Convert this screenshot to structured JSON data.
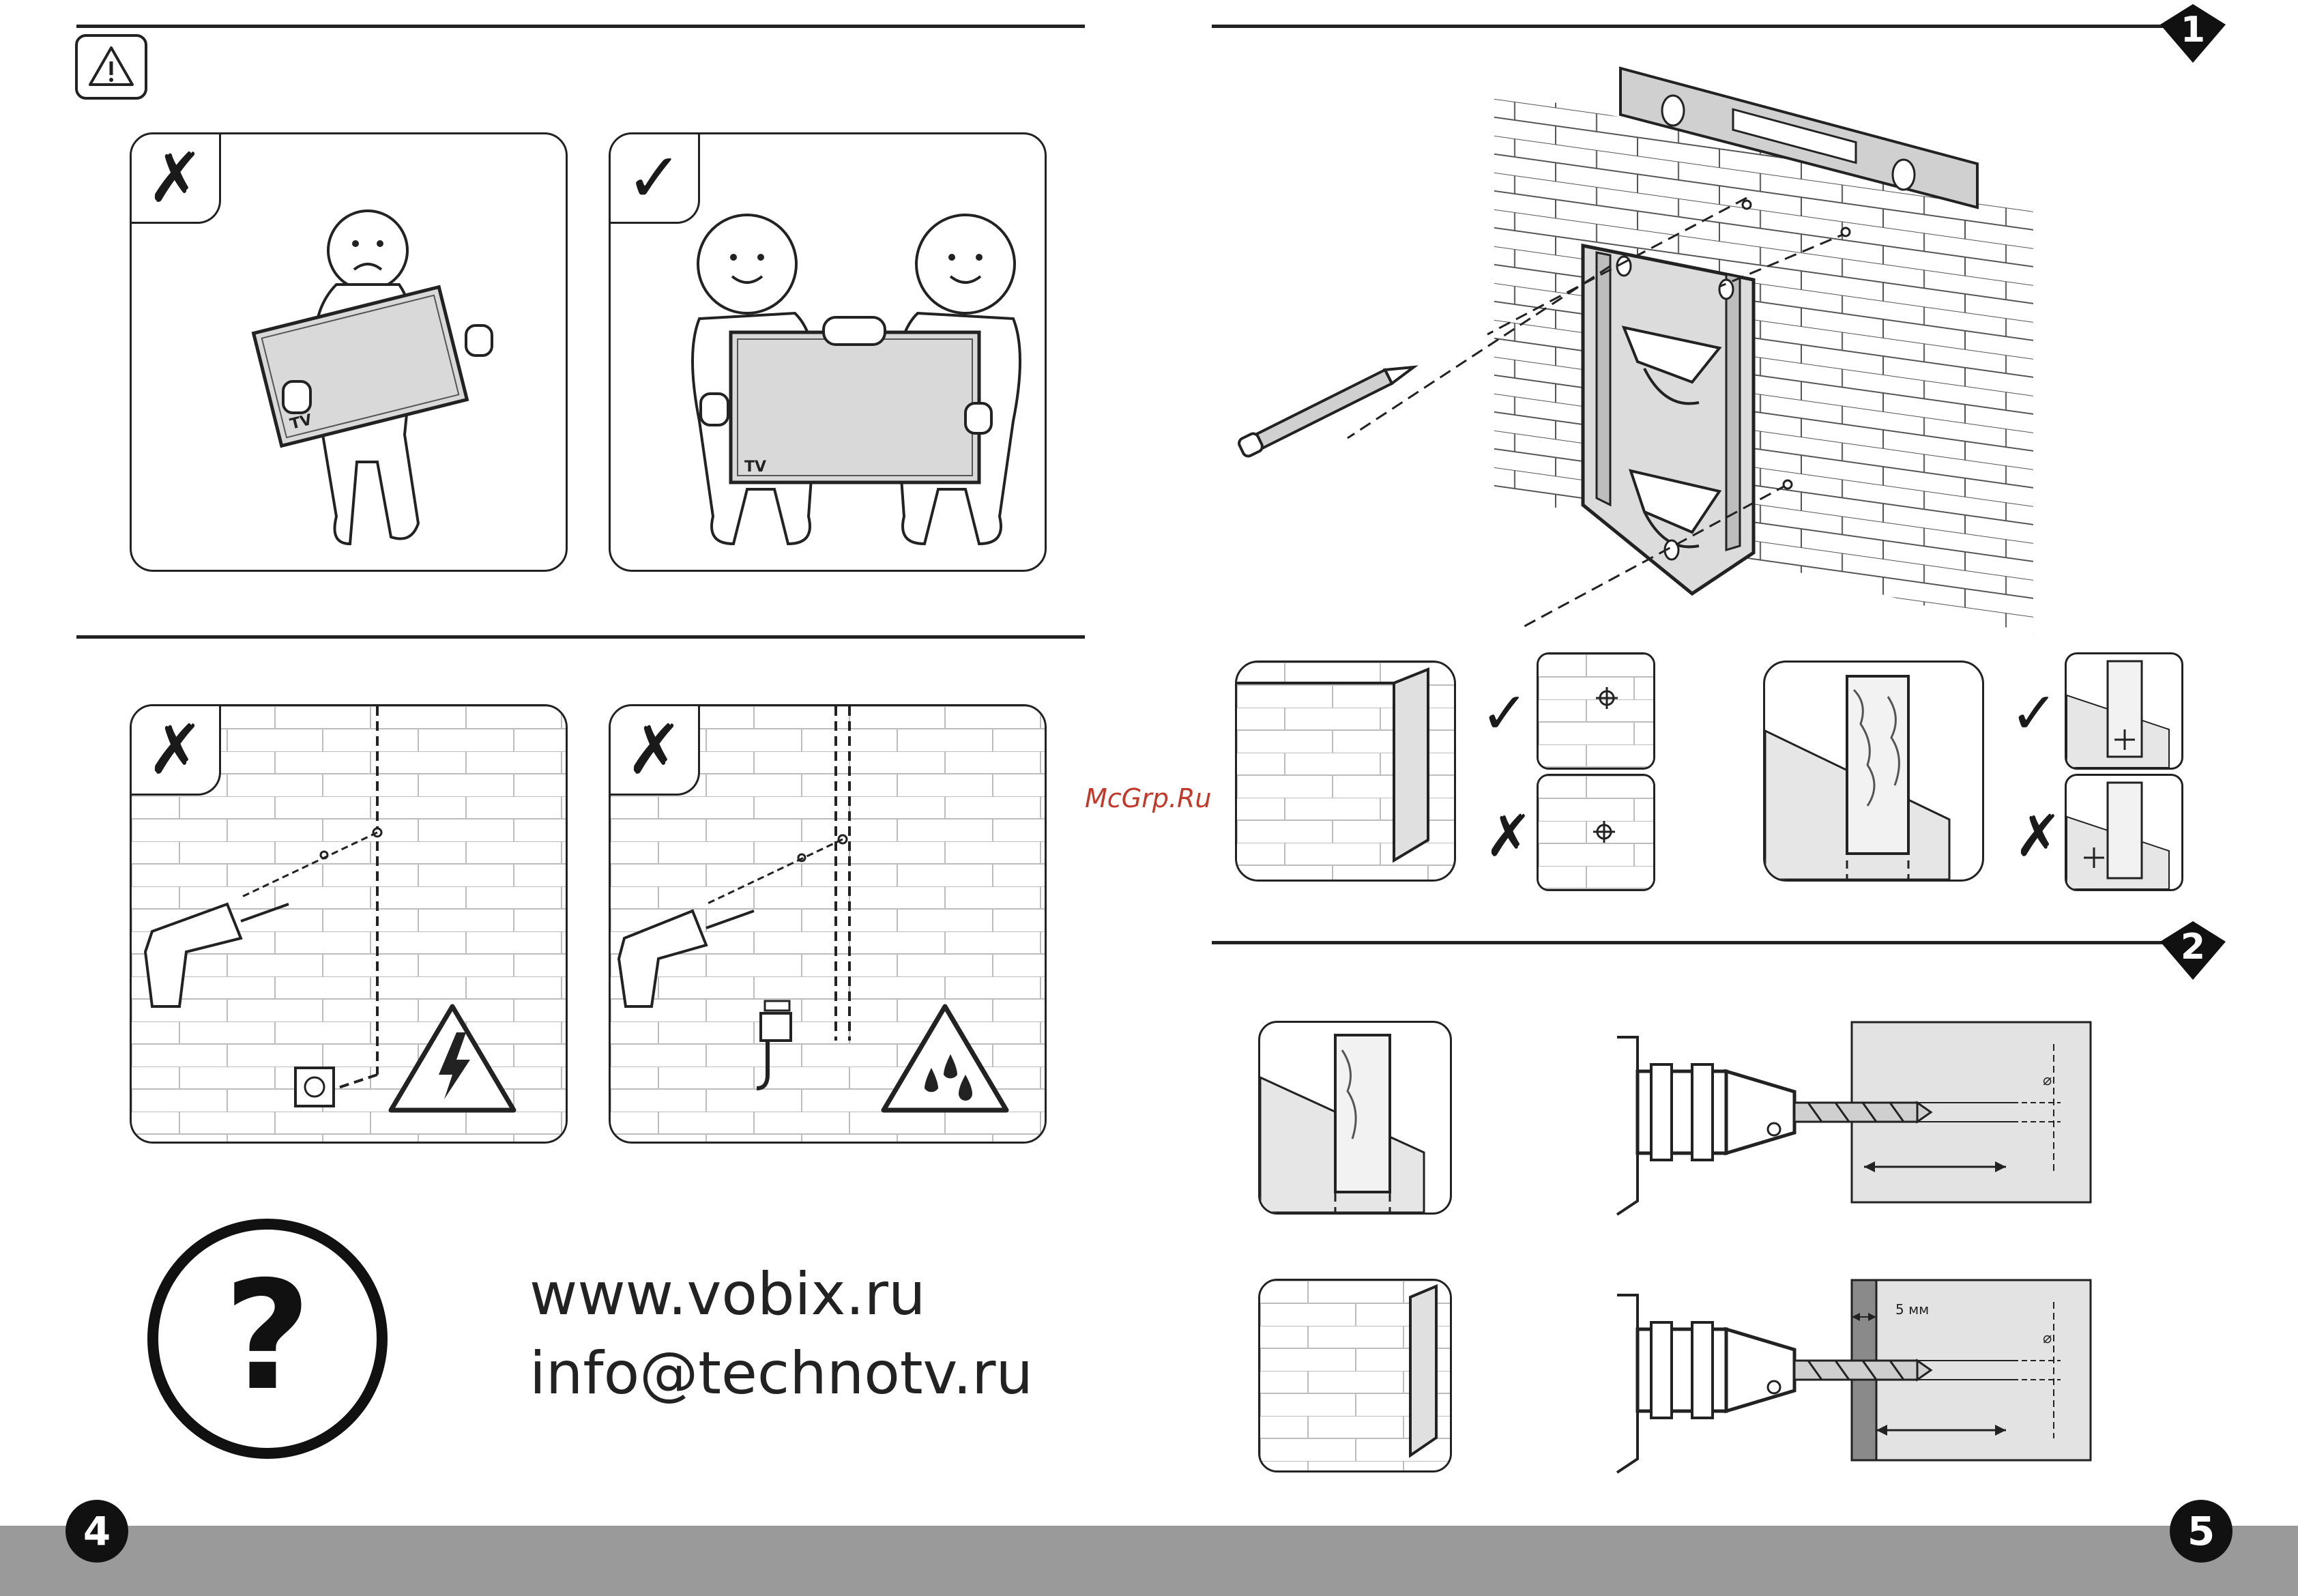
{
  "header": {
    "warning_icon": "warning-triangle-icon"
  },
  "panels": {
    "carry_alone": {
      "mark": "✗",
      "tv_label": "TV"
    },
    "carry_together": {
      "mark": "✓",
      "tv_label": "TV"
    },
    "drill_electric": {
      "mark": "✗"
    },
    "drill_water": {
      "mark": "✗"
    }
  },
  "contact": {
    "website": "www.vobix.ru",
    "email": "info@technotv.ru"
  },
  "watermark": "McGrp.Ru",
  "steps": [
    {
      "number": "1"
    },
    {
      "number": "2"
    }
  ],
  "checks": {
    "ok": "✓",
    "bad": "✗"
  },
  "dimension_labels": {
    "offset": "5 мм"
  },
  "footer": {
    "left_page": "4",
    "right_page": "5"
  }
}
